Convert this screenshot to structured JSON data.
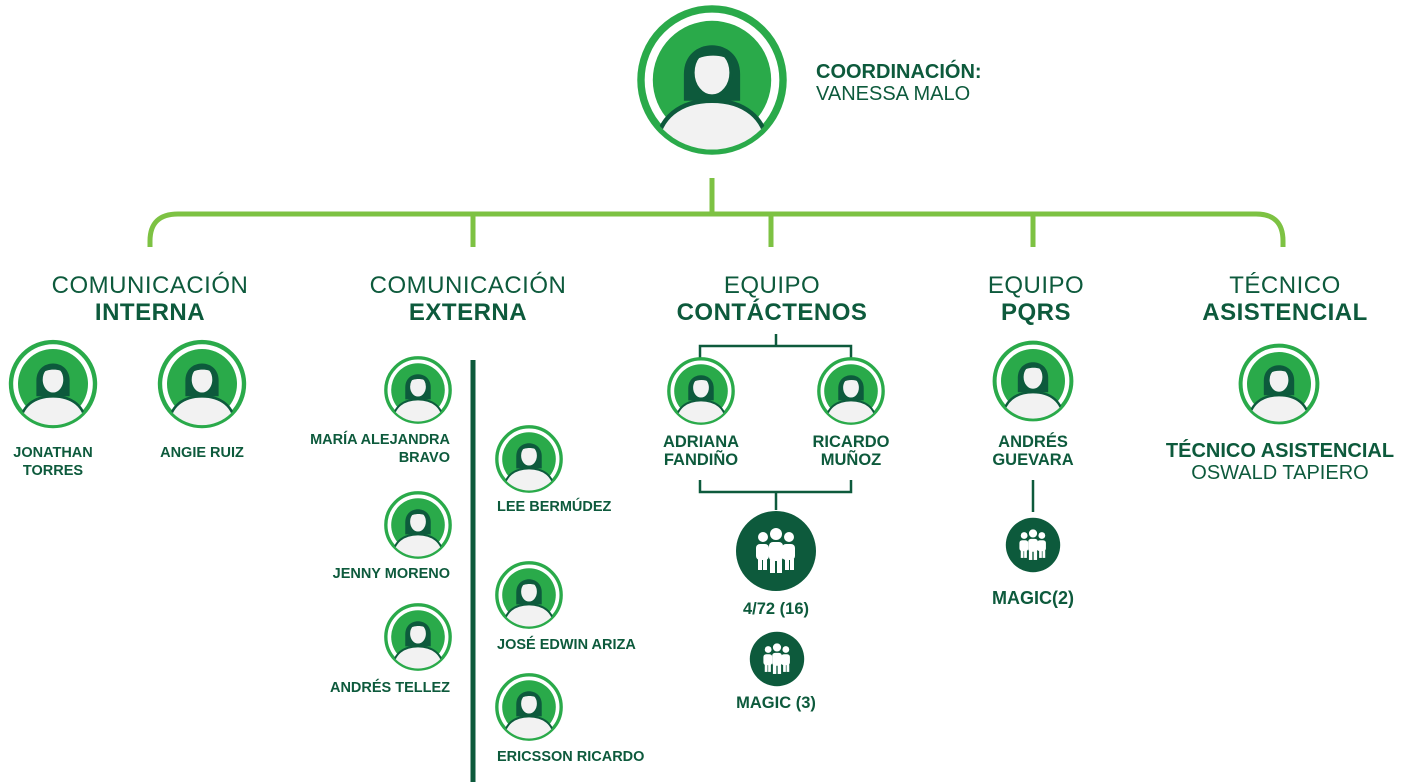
{
  "coordination": {
    "label": "COORDINACIÓN",
    "suffix": ":",
    "name": "VANESSA MALO"
  },
  "departments": {
    "interna": {
      "line1": "COMUNICACIÓN",
      "line2": "INTERNA",
      "members": [
        {
          "line1": "JONATHAN",
          "line2": "TORRES"
        },
        {
          "line1": "ANGIE RUIZ"
        }
      ]
    },
    "externa": {
      "line1": "COMUNICACIÓN",
      "line2": "EXTERNA",
      "left_members": [
        {
          "line1": "MARÍA ALEJANDRA",
          "line2": "BRAVO"
        },
        {
          "line1": "JENNY MORENO"
        },
        {
          "line1": "ANDRÉS TELLEZ"
        }
      ],
      "right_members": [
        {
          "line1": "LEE BERMÚDEZ"
        },
        {
          "line1": "JOSÉ EDWIN ARIZA"
        },
        {
          "line1": "ERICSSON RICARDO"
        }
      ]
    },
    "contactenos": {
      "line1": "EQUIPO",
      "line2": "CONTÁCTENOS",
      "members": [
        {
          "line1": "ADRIANA",
          "line2": "FANDIÑO"
        },
        {
          "line1": "RICARDO",
          "line2": "MUÑOZ"
        }
      ],
      "groups": [
        {
          "label": "4/72 (16)"
        },
        {
          "label": "MAGIC (3)"
        }
      ]
    },
    "pqrs": {
      "line1": "EQUIPO",
      "line2": "PQRS",
      "members": [
        {
          "line1": "ANDRÉS",
          "line2": "GUEVARA"
        }
      ],
      "groups": [
        {
          "label": "MAGIC(2)"
        }
      ]
    },
    "tecnico": {
      "line1": "TÉCNICO",
      "line2": "ASISTENCIAL",
      "members": [
        {
          "line1": "TÉCNICO ASISTENCIAL",
          "line2": "OSWALD TAPIERO"
        }
      ]
    }
  },
  "colors": {
    "dark_green": "#0d5a3c",
    "green": "#2aaa4a",
    "light_green": "#7dc243",
    "face": "#f2f2f2"
  },
  "icons": {
    "person": "person-avatar-icon",
    "group": "group-people-icon"
  }
}
